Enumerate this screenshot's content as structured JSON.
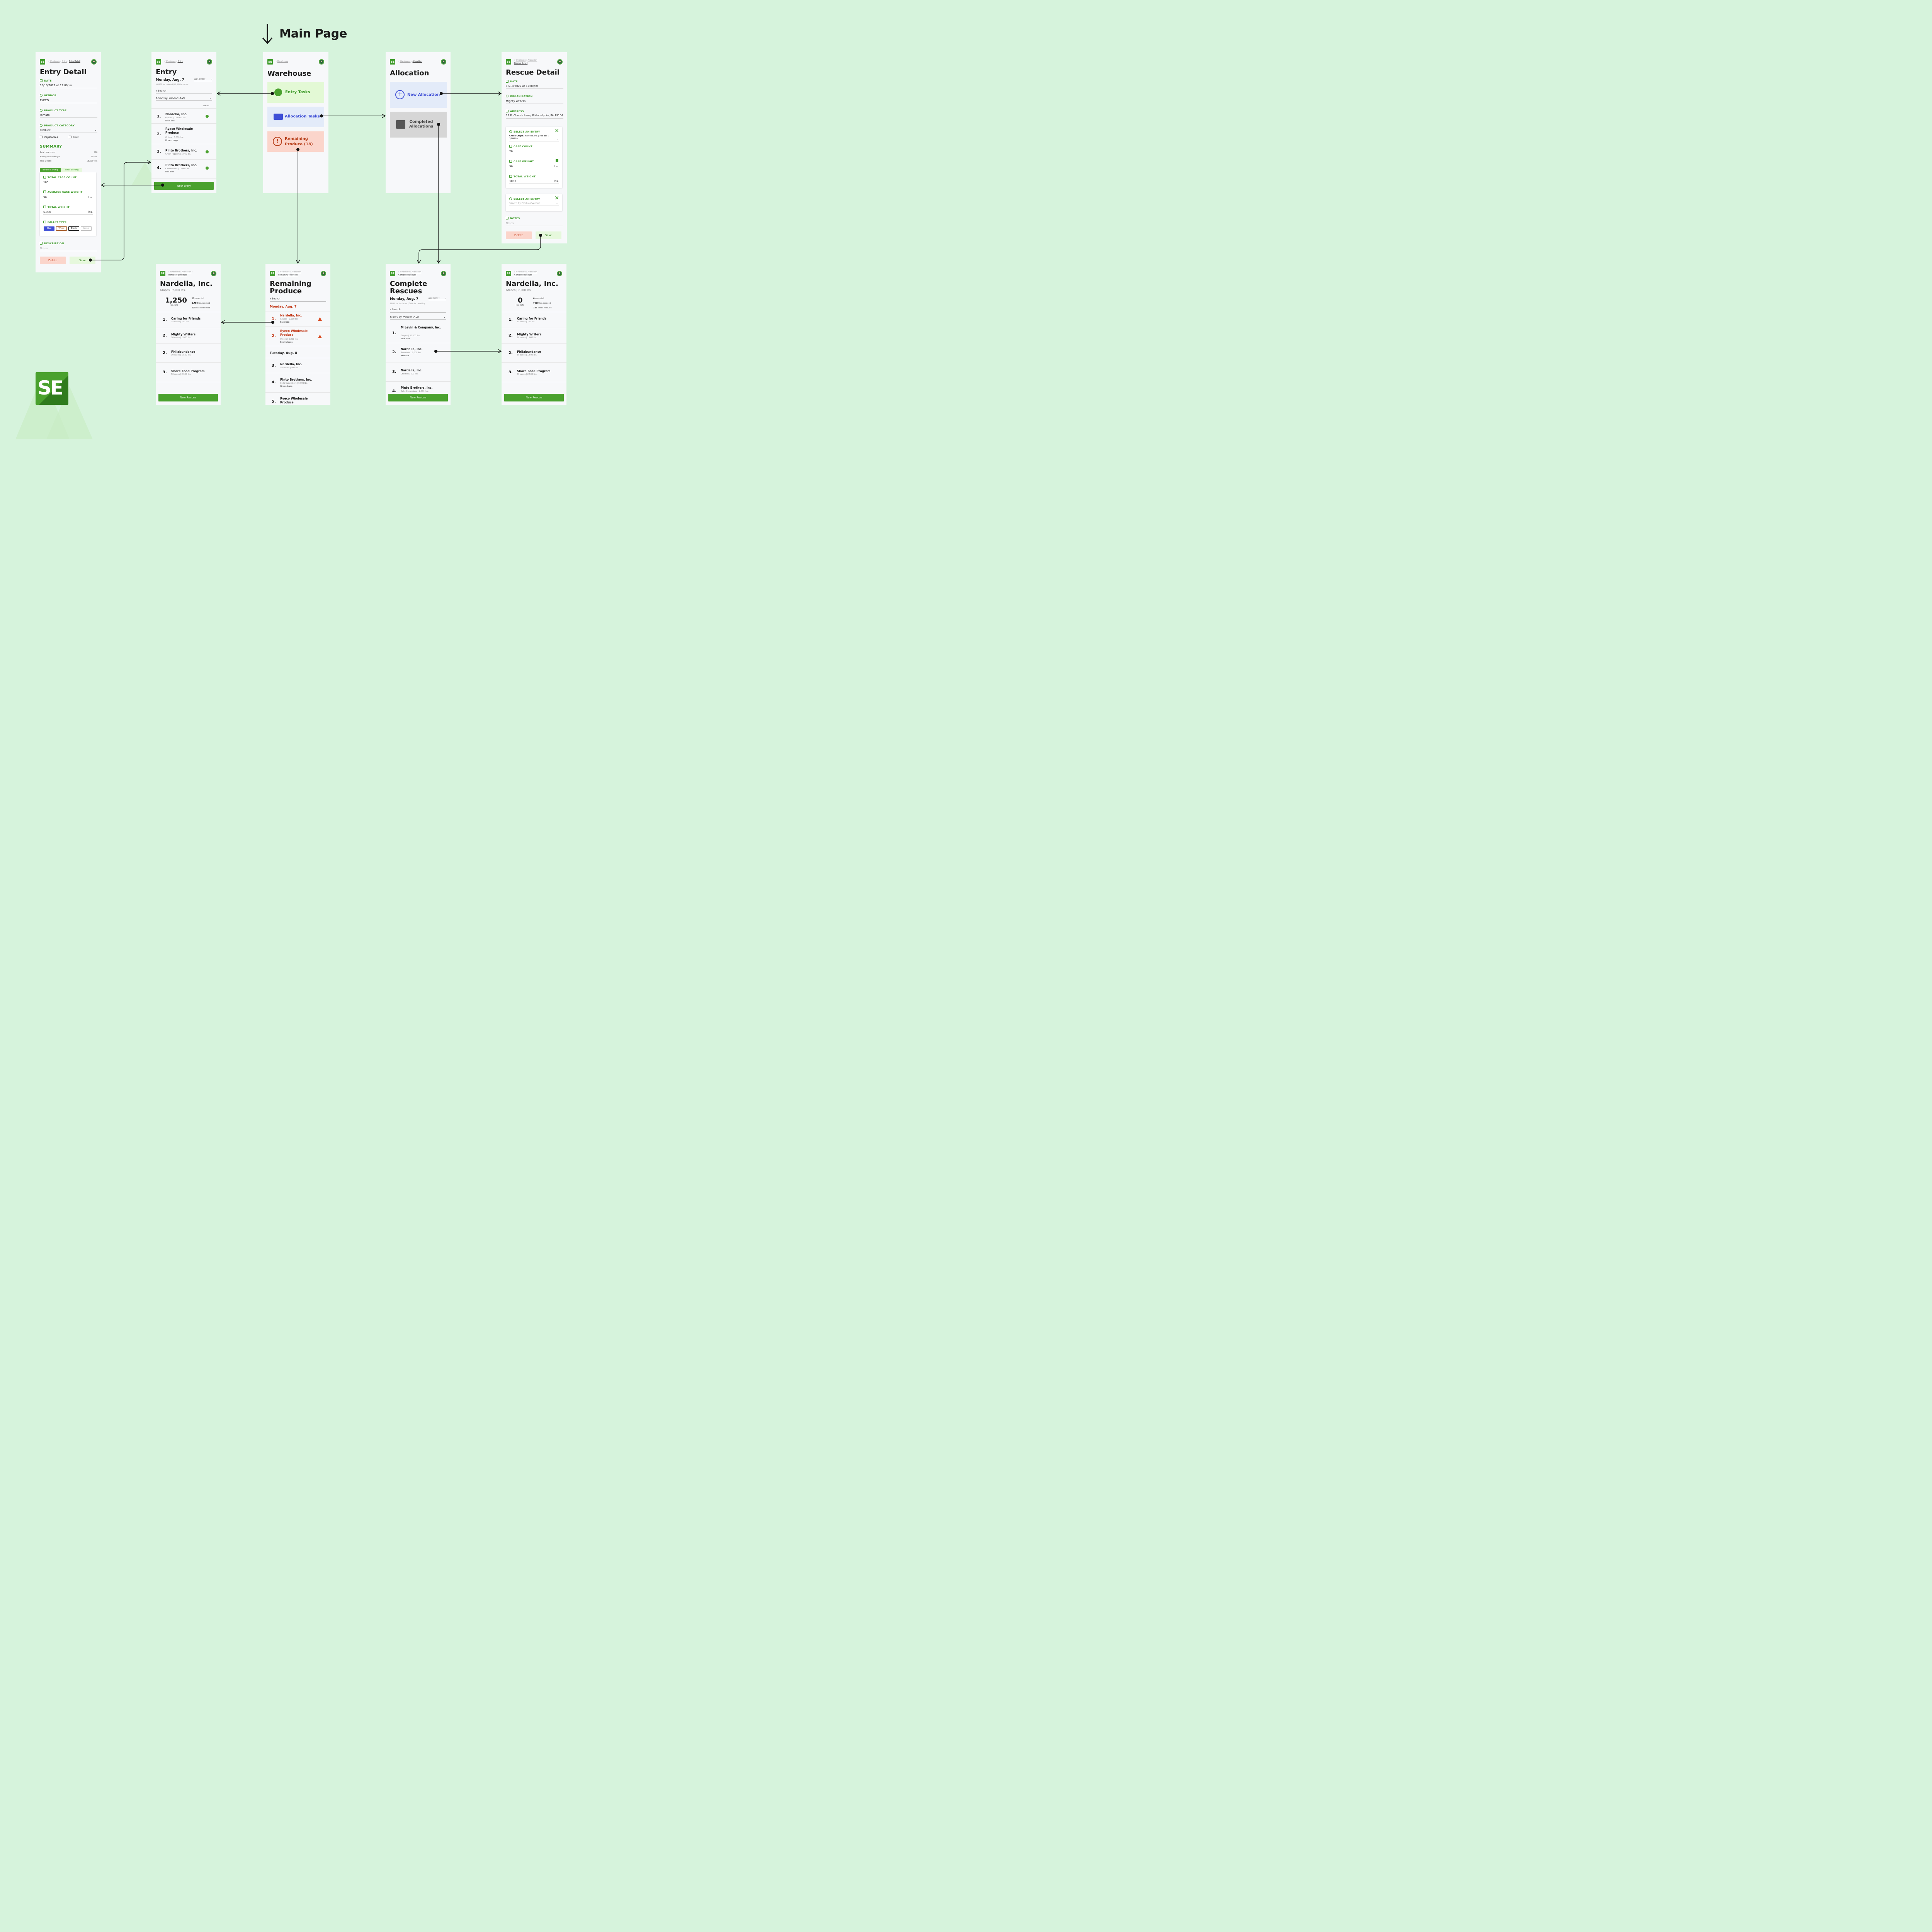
{
  "main_title": "Main Page",
  "entry_detail": {
    "crumbs": [
      "Wholesale",
      "Entry",
      "Entry Detail"
    ],
    "title": "Entry Detail",
    "date_label": "DATE",
    "date_value": "08/10/2022 at 12:00pm",
    "vendor_label": "VENDOR",
    "vendor_value": "RYECO",
    "ptype_label": "PRODUCT TYPE",
    "ptype_value": "Tomato",
    "pcat_label": "PRODUCT CATEGORY",
    "pcat_value": "Produce",
    "opt_veg": "Vegetables",
    "opt_fruit": "Fruit",
    "summary": "SUMMARY",
    "s1": "Total case count",
    "s1v": "270",
    "s2": "Average case weight",
    "s2v": "50 lbs.",
    "s3": "Total weight",
    "s3v": "13,500 lbs.",
    "tab_before": "Before Sorting",
    "tab_after": "After Sorting",
    "tcc_label": "TOTAL CASE COUNT",
    "tcc_value": "100",
    "acw_label": "AVERAGE CASE WEIGHT",
    "acw_value": "50",
    "tw_label": "TOTAL WEIGHT",
    "tw_value": "5,000",
    "lbs": "lbs.",
    "pallet_label": "PALLET TYPE",
    "pallets": [
      "Blue",
      "Wood",
      "Black",
      "None"
    ],
    "desc_label": "DESCRIPTION",
    "desc_ph": "Notes",
    "delete": "Delete",
    "save": "Save"
  },
  "entry": {
    "crumbs": [
      "Wholesale",
      "Entry"
    ],
    "title": "Entry",
    "date": "Monday, Aug. 7",
    "date_input": "08/10/2022",
    "stats": "100,000 lbs. collected  |  80,000 lbs. sorted",
    "search": "Search",
    "sort": "Sort by: Vendor (A-Z)",
    "sorted": "Sorted",
    "rows": [
      {
        "n": "1.",
        "name": "Nardella, Inc.",
        "sub": "Grapes  |  120,000 lbs.",
        "sub2": "Blue box"
      },
      {
        "n": "2.",
        "name": "Ryeco Wholesale Produce",
        "sub": "Onions  |  5,000 lbs.",
        "sub2": "Brown bags"
      },
      {
        "n": "3.",
        "name": "Pinto Brothers, Inc.",
        "sub": "Green Peppers  |  1,000 lbs.",
        "sub2": ""
      },
      {
        "n": "4.",
        "name": "Pinto Brothers, Inc.",
        "sub": "Clementines  |  12,000 lbs.",
        "sub2": "Red box"
      }
    ],
    "btn": "New Entry"
  },
  "warehouse": {
    "crumb": "Warehouse",
    "title": "Warehouse",
    "entry_tasks": "Entry Tasks",
    "alloc_tasks": "Allocation Tasks",
    "remaining": "Remaining Produce (18)"
  },
  "allocation": {
    "crumbs": [
      "Warehouse",
      "Allocation"
    ],
    "title": "Allocation",
    "new_alloc": "New Allocation",
    "completed": "Completed Allocations"
  },
  "rescue_detail": {
    "crumbs": [
      "Wholesale",
      "Allocation",
      "Rescue Detail"
    ],
    "title": "Rescue Detail",
    "date_label": "DATE",
    "date_value": "08/10/2022 at 12:00pm",
    "org_label": "ORGANIZATION",
    "org_value": "Mighty Writers",
    "addr_label": "ADDRESS",
    "addr_value": "12 E. Church Lane, Philadelphia, PA 19104",
    "sel_label": "SELECT AN ENTRY",
    "sel_value": "Green Grape",
    "sel_meta": "| Nardella, Inc. | Red box |",
    "sel_lbs": "3,000 lbs",
    "cc_label": "CASE COUNT",
    "cc_value": "20",
    "cw_label": "CASE WEIGHT",
    "cw_value": "50",
    "tw_label": "TOTAL WEIGHT",
    "tw_value": "1000",
    "lbs": "lbs.",
    "sel2_label": "SELECT AN ENTRY",
    "sel2_ph": "Search by Produce/Vendor",
    "notes_label": "NOTES",
    "notes_ph": "Notes",
    "delete": "Delete",
    "save": "Save"
  },
  "nardella1": {
    "crumbs": [
      "Wholesale",
      "Allocation",
      "Remaining Produce"
    ],
    "title": "Nardella, Inc.",
    "sub": "Grapes  |  7,000 lbs.",
    "big": "1,250",
    "big_sub": "lbs. left",
    "m1": "25",
    "m1t": "cases left",
    "m2": "5,750",
    "m2t": "lbs. rescued",
    "m3": "115",
    "m3t": "cases rescued",
    "rows": [
      {
        "n": "1.",
        "name": "Caring for Friends",
        "sub": "15 cases  |  750 lbs."
      },
      {
        "n": "2.",
        "name": "Mighty Writers",
        "sub": "20 cases  |  1,000 lbs."
      },
      {
        "n": "2.",
        "name": "Philabundance",
        "sub": "30 cases  |  1,500 lbs."
      },
      {
        "n": "3.",
        "name": "Share Food Program",
        "sub": "50 cases  |  2,500 lbs."
      }
    ],
    "btn": "New Rescue"
  },
  "remaining": {
    "crumbs": [
      "Wholesale",
      "Allocation",
      "Remaining Produces"
    ],
    "title": "Remaining Produce",
    "search": "Search",
    "day1": "Monday, Aug. 7",
    "day2": "Tuesday, Aug. 8",
    "rows1": [
      {
        "n": "1.",
        "name": "Nardella, Inc.",
        "sub": "Grapes  |  2,000 lbs.",
        "sub2": "Blue box"
      },
      {
        "n": "2.",
        "name": "Ryeco Wholesale Produce",
        "sub": "Onions  |  5,000 lbs.",
        "sub2": "Brown bags"
      }
    ],
    "rows2": [
      {
        "n": "3.",
        "name": "Nardella, Inc.",
        "sub": "Tomatoes  |  500 lbs.",
        "sub2": ""
      },
      {
        "n": "4.",
        "name": "Pinto Brothers, Inc.",
        "sub": "Cello Cucumbers  |  5,000 lbs.",
        "sub2": "Green bags"
      },
      {
        "n": "5.",
        "name": "Ryeco Wholesale Produce",
        "sub": "",
        "sub2": ""
      }
    ]
  },
  "complete": {
    "crumbs": [
      "Wholesale",
      "Allocation",
      "Complete Rescues"
    ],
    "title": "Complete Rescues",
    "date": "Monday, Aug. 7",
    "date_input": "08/10/2022",
    "stats": "10,000 lbs. distributed  |  6,000 lbs. remaining",
    "search": "Search",
    "sort": "Sort by: Vendor (A-Z)",
    "rows": [
      {
        "n": "1.",
        "name": "M Levin & Company, Inc.",
        "sub": "Grapes  |  30,000 lbs.",
        "sub2": "Blue box"
      },
      {
        "n": "2.",
        "name": "Nardella, Inc.",
        "sub": "Tomatoes  |  5,000 lbs.",
        "sub2": "Red box"
      },
      {
        "n": "3.",
        "name": "Nardella, Inc.",
        "sub": "Cherries  |  500 lbs.",
        "sub2": ""
      },
      {
        "n": "4.",
        "name": "Pinto Brothers, Inc.",
        "sub": "Cello Cucumbers  |  2,000 lbs.",
        "sub2": ""
      }
    ],
    "btn": "New Rescue"
  },
  "nardella2": {
    "crumbs": [
      "Wholesale",
      "Allocation",
      "Complete Rescues"
    ],
    "title": "Nardella, Inc.",
    "sub": "Grapes  |  7,000 lbs.",
    "big": "0",
    "big_sub": "lbs. left",
    "m1": "0",
    "m1t": "cases left",
    "m2": "7000",
    "m2t": "lbs. rescued",
    "m3": "115",
    "m3t": "cases rescued",
    "rows": [
      {
        "n": "1.",
        "name": "Caring for Friends",
        "sub": "15 cases  |  750 lbs."
      },
      {
        "n": "2.",
        "name": "Mighty Writers",
        "sub": "20 cases  |  1,000 lbs."
      },
      {
        "n": "2.",
        "name": "Philabundance",
        "sub": "30 cases  |  1,500 lbs."
      },
      {
        "n": "3.",
        "name": "Share Food Program",
        "sub": "50 cases  |  2,500 lbs."
      }
    ],
    "btn": "New Rescue"
  },
  "brand_logo": "SE",
  "colors": {
    "bg": "#d6f3dc",
    "green": "#4aa12e",
    "blue": "#3f4fd6",
    "red": "#b8401c"
  }
}
